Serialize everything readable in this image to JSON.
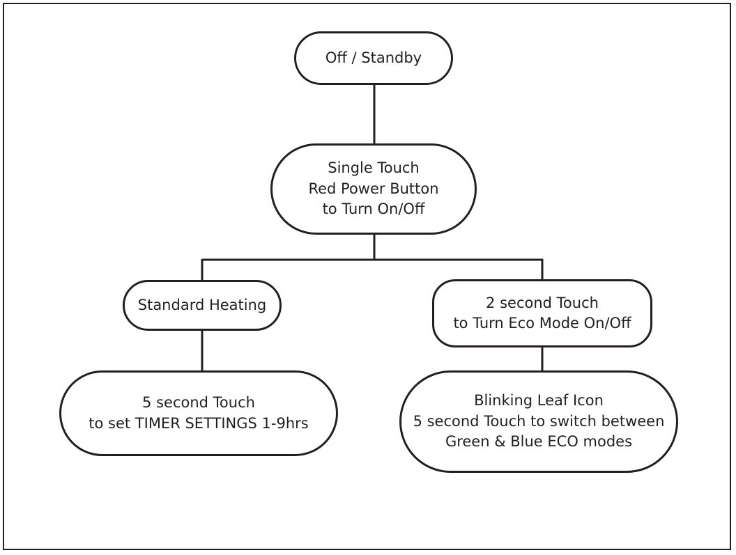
{
  "nodes": {
    "off_standby": {
      "lines": [
        "Off / Standby"
      ]
    },
    "power_button": {
      "lines": [
        "Single Touch",
        "Red Power Button",
        "to Turn On/Off"
      ]
    },
    "standard_heating": {
      "lines": [
        "Standard Heating"
      ]
    },
    "eco_mode": {
      "lines": [
        "2 second Touch",
        "to Turn Eco Mode On/Off"
      ]
    },
    "timer": {
      "lines": [
        "5 second Touch",
        "to set TIMER SETTINGS 1-9hrs"
      ]
    },
    "leaf": {
      "lines": [
        "Blinking Leaf Icon",
        "5 second Touch to switch between",
        "Green & Blue ECO modes"
      ]
    }
  },
  "colors": {
    "stroke": "#231f20",
    "background": "#ffffff"
  }
}
